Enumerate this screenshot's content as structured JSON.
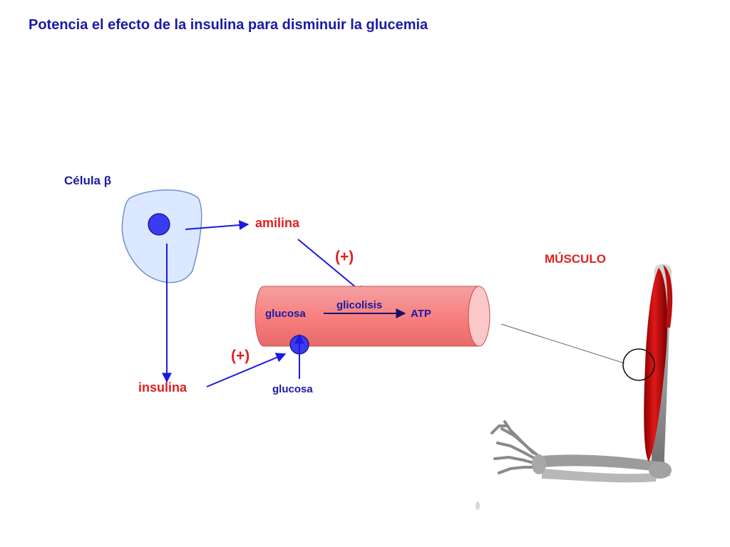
{
  "title": "Potencia el efecto de la insulina para disminuir la glucemia",
  "labels": {
    "beta_cell": "Célula β",
    "amylin": "amilina",
    "plus_top": "(+)",
    "muscle": "MÚSCULO",
    "glycolysis": "glicolisis",
    "glucose_inside": "glucosa",
    "atp": "ATP",
    "plus_bottom": "(+)",
    "insulin": "insulina",
    "glucose_outside": "glucosa"
  },
  "colors": {
    "text_blue": "#1a1aa6",
    "text_red": "#e02020",
    "cell_fill": "#dce8ff",
    "cell_stroke": "#6f8fd6",
    "nucleus": "#3a3af0",
    "arrow_blue": "#1a1ae0",
    "fiber_fill": "#f88a8a",
    "fiber_end": "#fbc8c8",
    "muscle_red": "#d81818",
    "bone_gray": "#9a9a9a"
  }
}
